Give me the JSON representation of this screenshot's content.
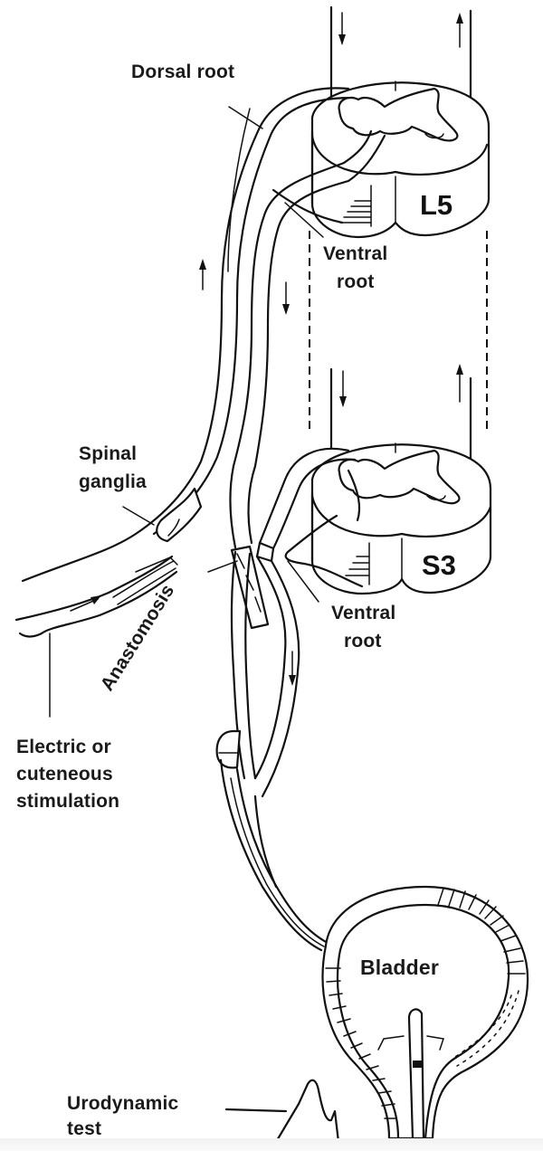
{
  "figure": {
    "subject": "Spinal reflex pathway from L5/S3 to bladder with ventral root anastomosis",
    "segments": {
      "upper": "L5",
      "lower": "S3"
    },
    "labels": {
      "dorsal_root": "Dorsal root",
      "ventral_root_upper_line1": "Ventral",
      "ventral_root_upper_line2": "root",
      "spinal_ganglia_line1": "Spinal",
      "spinal_ganglia_line2": "ganglia",
      "anastomosis": "Anastomosis",
      "ventral_root_lower_line1": "Ventral",
      "ventral_root_lower_line2": "root",
      "stimulation_line1": "Electric or",
      "stimulation_line2": "cuteneous",
      "stimulation_line3": "stimulation",
      "bladder": "Bladder",
      "urodynamic_line1": "Urodynamic",
      "urodynamic_line2": "test"
    },
    "colors": {
      "ink": "#111111",
      "background": "#ffffff"
    }
  }
}
